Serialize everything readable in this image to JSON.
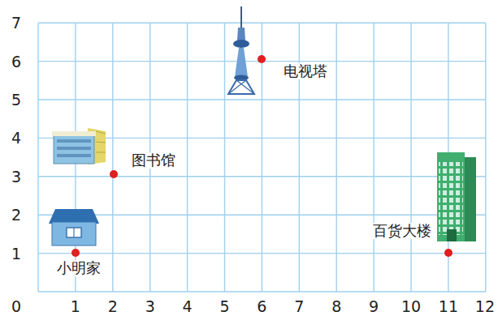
{
  "diagram": {
    "labels": [
      "0",
      "1",
      "2",
      "3",
      "4",
      "5",
      "6",
      "7",
      "8",
      "9",
      "10",
      "11",
      "12",
      "1",
      "2",
      "3",
      "4",
      "5",
      "6",
      "7",
      "电视塔",
      "图书馆",
      "小明家",
      "百货大楼"
    ]
  }
}
